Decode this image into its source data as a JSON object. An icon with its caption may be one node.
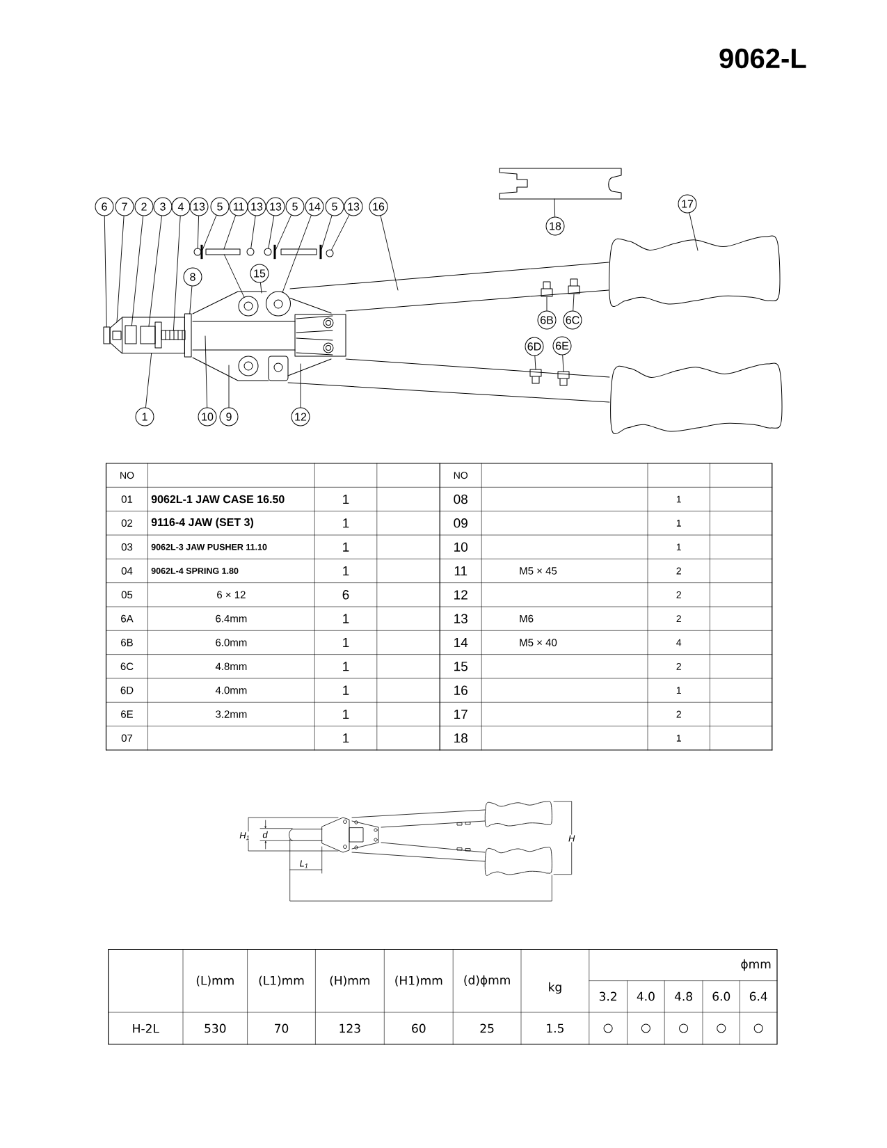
{
  "diagram": {
    "title": "9062-L",
    "nodes": [
      {
        "text": [
          "6"
        ]
      },
      {
        "text": [
          "7"
        ]
      },
      {
        "text": [
          "2"
        ]
      },
      {
        "text": [
          "3"
        ]
      },
      {
        "text": [
          "4"
        ]
      },
      {
        "text": [
          "13"
        ]
      },
      {
        "text": [
          "5"
        ]
      },
      {
        "text": [
          "11"
        ]
      },
      {
        "text": [
          "13"
        ]
      },
      {
        "text": [
          "13"
        ]
      },
      {
        "text": [
          "5"
        ]
      },
      {
        "text": [
          "14"
        ]
      },
      {
        "text": [
          "5"
        ]
      },
      {
        "text": [
          "13"
        ]
      },
      {
        "text": [
          "16"
        ]
      },
      {
        "text": [
          "17"
        ]
      },
      {
        "text": [
          "18"
        ]
      },
      {
        "text": [
          "8"
        ]
      },
      {
        "text": [
          "15"
        ]
      },
      {
        "text": [
          "6B"
        ]
      },
      {
        "text": [
          "6C"
        ]
      },
      {
        "text": [
          "6D"
        ]
      },
      {
        "text": [
          "6E"
        ]
      },
      {
        "text": [
          "1"
        ]
      },
      {
        "text": [
          "10"
        ]
      },
      {
        "text": [
          "9"
        ]
      },
      {
        "text": [
          "12"
        ]
      },
      {
        "text": [],
        "shape": "circle"
      },
      {
        "text": [],
        "shape": "bar"
      },
      {
        "text": [],
        "shape": "box"
      },
      {
        "text": [],
        "shape": "circle"
      },
      {
        "text": [],
        "shape": "circle"
      },
      {
        "text": [],
        "shape": "bar"
      },
      {
        "text": [],
        "shape": "box"
      },
      {
        "text": [],
        "shape": "bar"
      },
      {
        "text": [],
        "shape": "circle"
      },
      {
        "text": [],
        "shape": "circle"
      },
      {
        "text": [],
        "shape": "circle"
      },
      {
        "text": [],
        "shape": "box"
      },
      {
        "text": [],
        "shape": "box"
      },
      {
        "text": [],
        "shape": "box",
        "in": 39
      },
      {
        "text": [],
        "shape": "box",
        "in": 39
      },
      {
        "text": [],
        "shape": "box",
        "in": 39
      },
      {
        "text": [],
        "shape": "trapezium"
      },
      {
        "text": [],
        "shape": "box"
      }
    ],
    "edges": [
      {
        "from": 0,
        "to": 38,
        "arrow": "none"
      },
      {
        "from": 1,
        "to": 43,
        "arrow": "none"
      },
      {
        "from": 2,
        "to": 40,
        "arrow": "none"
      },
      {
        "from": 3,
        "to": 41,
        "arrow": "none"
      },
      {
        "from": 4,
        "to": 42,
        "arrow": "none"
      },
      {
        "from": 5,
        "to": 27,
        "arrow": "none"
      },
      {
        "from": 6,
        "to": 28,
        "arrow": "none"
      },
      {
        "from": 7,
        "to": 29,
        "arrow": "none"
      },
      {
        "from": 8,
        "to": 30,
        "arrow": "none"
      },
      {
        "from": 9,
        "to": 31,
        "arrow": "none"
      },
      {
        "from": 10,
        "to": 32,
        "arrow": "none"
      },
      {
        "from": 11,
        "to": 36,
        "arrow": "none"
      },
      {
        "from": 12,
        "to": 34,
        "arrow": "none"
      },
      {
        "from": 13,
        "to": 35,
        "arrow": "none"
      },
      {
        "from": 14,
        "to": null,
        "arrow": "none"
      },
      {
        "from": 15,
        "to": null,
        "arrow": "none"
      },
      {
        "from": 16,
        "to": null,
        "arrow": "none"
      },
      {
        "from": 17,
        "to": 44,
        "arrow": "none"
      },
      {
        "from": 18,
        "to": null,
        "arrow": "none"
      },
      {
        "from": 19,
        "to": null,
        "arrow": "none"
      },
      {
        "from": 20,
        "to": null,
        "arrow": "none"
      },
      {
        "from": 21,
        "to": null,
        "arrow": "none"
      },
      {
        "from": 22,
        "to": null,
        "arrow": "none"
      },
      {
        "from": 23,
        "to": 39,
        "arrow": "none"
      },
      {
        "from": 24,
        "to": null,
        "arrow": "none"
      },
      {
        "from": 25,
        "to": null,
        "arrow": "none"
      },
      {
        "from": 26,
        "to": null,
        "arrow": "none"
      },
      {
        "from": 29,
        "to": 37,
        "arrow": "none"
      }
    ],
    "labels": [
      "NO",
      "NO",
      "01",
      "9062L-1 JAW CASE 16.50",
      "1",
      "08",
      "1",
      "02",
      "9116-4 JAW (SET 3)",
      "1",
      "09",
      "1",
      "03",
      "9062L-3 JAW PUSHER 11.10",
      "1",
      "10",
      "1",
      "04",
      "9062L-4 SPRING 1.80",
      "1",
      "11",
      "M5 × 45",
      "2",
      "05",
      "6 × 12",
      "6",
      "12",
      "2",
      "6A",
      "6.4mm",
      "1",
      "13",
      "M6",
      "2",
      "6B",
      "6.0mm",
      "1",
      "14",
      "M5 × 40",
      "4",
      "6C",
      "4.8mm",
      "1",
      "15",
      "2",
      "6D",
      "4.0mm",
      "1",
      "16",
      "1",
      "6E",
      "3.2mm",
      "1",
      "17",
      "2",
      "07",
      "1",
      "18",
      "1",
      "H$_{1}$",
      "d",
      "H",
      "L$_{1}$",
      "(L)mm",
      "(L1)mm",
      "(H)mm",
      "(H1)mm",
      "(d)ϕmm",
      "kg",
      "ϕmm",
      "3.2",
      "4.0",
      "4.8",
      "6.0",
      "6.4",
      "H-2L",
      "530",
      "70",
      "123",
      "60",
      "25",
      "1.5",
      "○",
      "○",
      "○",
      "○",
      "○"
    ]
  }
}
